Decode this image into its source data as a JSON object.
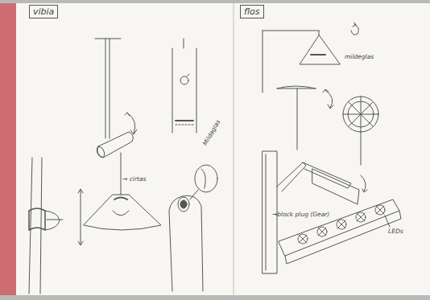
{
  "diagram": {
    "nodes": [
      {
        "text": [
          "vibia"
        ]
      },
      {
        "text": [
          "flos"
        ]
      }
    ],
    "edges": [],
    "labels": [
      "→ cirtas",
      "Mildaglas",
      "mildeglas",
      "→block plug (Gear)",
      "LEDs"
    ]
  }
}
